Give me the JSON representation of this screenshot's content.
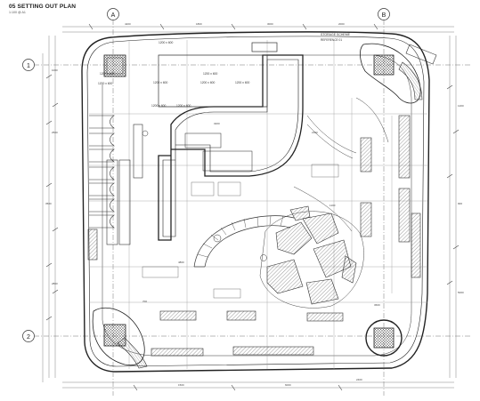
{
  "title": "05 SETTING OUT PLAN",
  "subtitle": "1:100 @ A1",
  "grid": {
    "col_a": "A",
    "col_b": "B",
    "row_1": "1",
    "row_2": "2"
  },
  "planter_labels": [
    "1200 x 600",
    "1200 x 600",
    "1200 x 600",
    "1200 x 600",
    "1200 x 600",
    "1200 x 600",
    "1200 x 600",
    "1200 x 600",
    "1200 x 600"
  ],
  "area_label_1": "STORAGE SCHEME",
  "area_label_2": "REFERENCE 01",
  "dimensions": [
    "1000",
    "2500",
    "3500",
    "2800",
    "4200",
    "1800",
    "3000",
    "2000",
    "1500",
    "6000",
    "2400",
    "1200",
    "900",
    "5000",
    "3200",
    "2100",
    "4800",
    "1100",
    "700",
    "3600"
  ],
  "colors": {
    "line": "#222222",
    "light_line": "#8a8a8a",
    "hatch": "#555555",
    "paper": "#ffffff"
  }
}
